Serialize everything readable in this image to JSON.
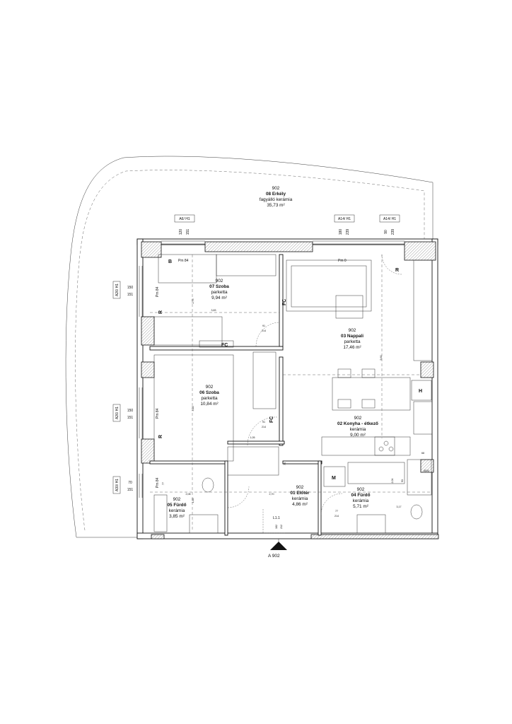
{
  "rooms": {
    "balcony": {
      "number": "902",
      "name": "08 Erkély",
      "material": "fagyálló kerámia",
      "area": "35,73 m²"
    },
    "bedroom1": {
      "number": "902",
      "name": "07 Szoba",
      "material": "parketta",
      "area": "9,94 m²"
    },
    "living": {
      "number": "902",
      "name": "03 Nappali",
      "material": "parketta",
      "area": "17,46 m²"
    },
    "bedroom2": {
      "number": "902",
      "name": "06 Szoba",
      "material": "parketta",
      "area": "10,84 m²"
    },
    "kitchen": {
      "number": "902",
      "name": "02 Konyha - étkező",
      "material": "kerámia",
      "area": "9,00 m²"
    },
    "hall": {
      "number": "902",
      "name": "01 Előtér",
      "material": "kerámia",
      "area": "4,86 m²"
    },
    "bath1": {
      "number": "902",
      "name": "05 Fürdő",
      "material": "kerámia",
      "area": "3,85 m²"
    },
    "bath2": {
      "number": "902",
      "name": "04 Fürdő",
      "material": "kerámia",
      "area": "5,71 m²"
    }
  },
  "window_tags": {
    "a6": "A6/ H1",
    "a14a": "A14/ H1",
    "a14b": "A14/ H1",
    "a26a": "A26/ H1",
    "a26b": "A26/ H1",
    "a30": "A30/ H1"
  },
  "window_dims": {
    "a6_w": "120",
    "a6_h": "151",
    "a14a_w": "180",
    "a14a_h": "239",
    "a14b_w": "90",
    "a14b_h": "239",
    "a26a_w": "150",
    "a26a_h": "151",
    "a26b_w": "150",
    "a26b_h": "151",
    "a30_w": "70",
    "a30_h": "151"
  },
  "labels": {
    "b": "B",
    "fc1": "FC",
    "fc2": "FC",
    "r1": "R",
    "r2": "R",
    "r3": "R",
    "h": "H",
    "m": "M",
    "pm84a": "Pm 84",
    "pm84b": "Pm 84",
    "pm84c": "Pm 84",
    "pm84d": "Pm 84",
    "pm0": "Pm 0",
    "l11": "L1.1",
    "section": "A 902",
    "d16": "Ø16"
  },
  "dims": {
    "d1": "3,83",
    "d2": "2,75",
    "d3": "91",
    "d4": "214",
    "d5": "3,28",
    "d6": "91",
    "d7": "214",
    "d8": "1,05",
    "d9": "5,60",
    "d10": "2,08",
    "d11": "1,85",
    "d12": "2,70",
    "d13": "77",
    "d14": "214",
    "d15": "182",
    "d16": "212",
    "d17": "3,17",
    "d18": "2,04",
    "d19": "68",
    "d20": "93",
    "d21": "75",
    "d22": "77"
  }
}
